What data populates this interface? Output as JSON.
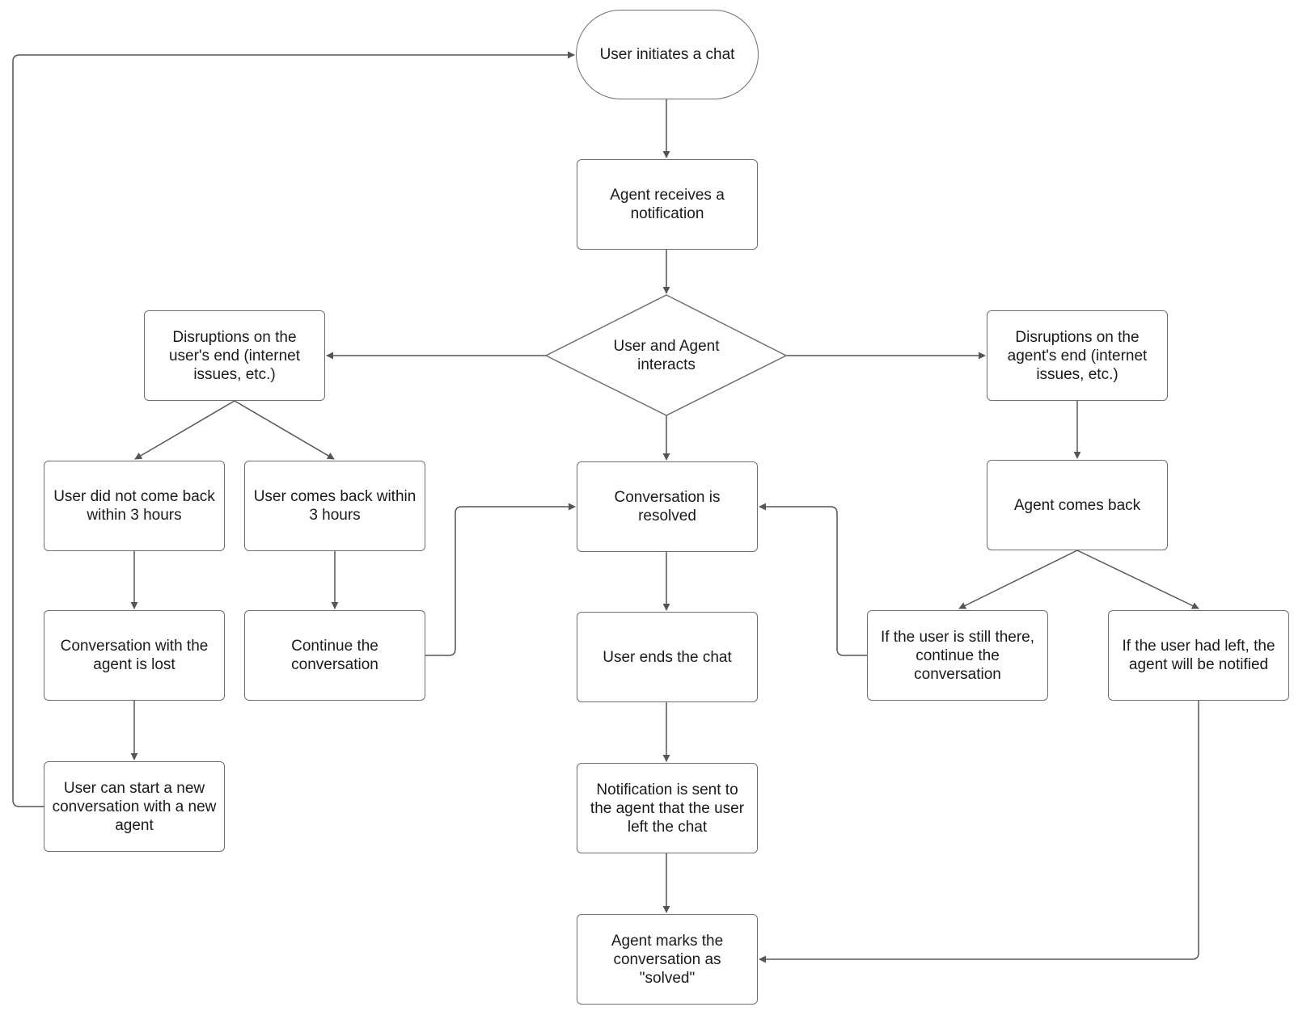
{
  "diagram": {
    "type": "flowchart",
    "nodes": {
      "start": "User initiates a chat",
      "receive": "Agent receives a notification",
      "interact": "User and Agent interacts",
      "dis_user": "Disruptions on the user's end (internet issues, etc.)",
      "dis_agent": "Disruptions on the agent's end (internet issues, etc.)",
      "no_back": "User did not come back within 3 hours",
      "back": "User comes back within 3 hours",
      "resolved": "Conversation is resolved",
      "agent_back": "Agent comes back",
      "lost": "Conversation with the agent is lost",
      "continue": "Continue the conversation",
      "ends": "User ends the chat",
      "still_there": "If the user is still there, continue the conversation",
      "had_left": "If the user had left, the agent will be notified",
      "new_conv": "User can start a new conversation with a new agent",
      "notify": "Notification is sent to the agent that the user left the chat",
      "marks": "Agent marks the conversation as \"solved\""
    },
    "edges": [
      {
        "from": "start",
        "to": "receive"
      },
      {
        "from": "receive",
        "to": "interact"
      },
      {
        "from": "interact",
        "to": "dis_user"
      },
      {
        "from": "interact",
        "to": "dis_agent"
      },
      {
        "from": "interact",
        "to": "resolved"
      },
      {
        "from": "dis_user",
        "to": "no_back"
      },
      {
        "from": "dis_user",
        "to": "back"
      },
      {
        "from": "no_back",
        "to": "lost"
      },
      {
        "from": "lost",
        "to": "new_conv"
      },
      {
        "from": "new_conv",
        "to": "start"
      },
      {
        "from": "back",
        "to": "continue"
      },
      {
        "from": "continue",
        "to": "resolved"
      },
      {
        "from": "resolved",
        "to": "ends"
      },
      {
        "from": "ends",
        "to": "notify"
      },
      {
        "from": "notify",
        "to": "marks"
      },
      {
        "from": "dis_agent",
        "to": "agent_back"
      },
      {
        "from": "agent_back",
        "to": "still_there"
      },
      {
        "from": "agent_back",
        "to": "had_left"
      },
      {
        "from": "still_there",
        "to": "resolved"
      },
      {
        "from": "had_left",
        "to": "marks"
      }
    ]
  }
}
